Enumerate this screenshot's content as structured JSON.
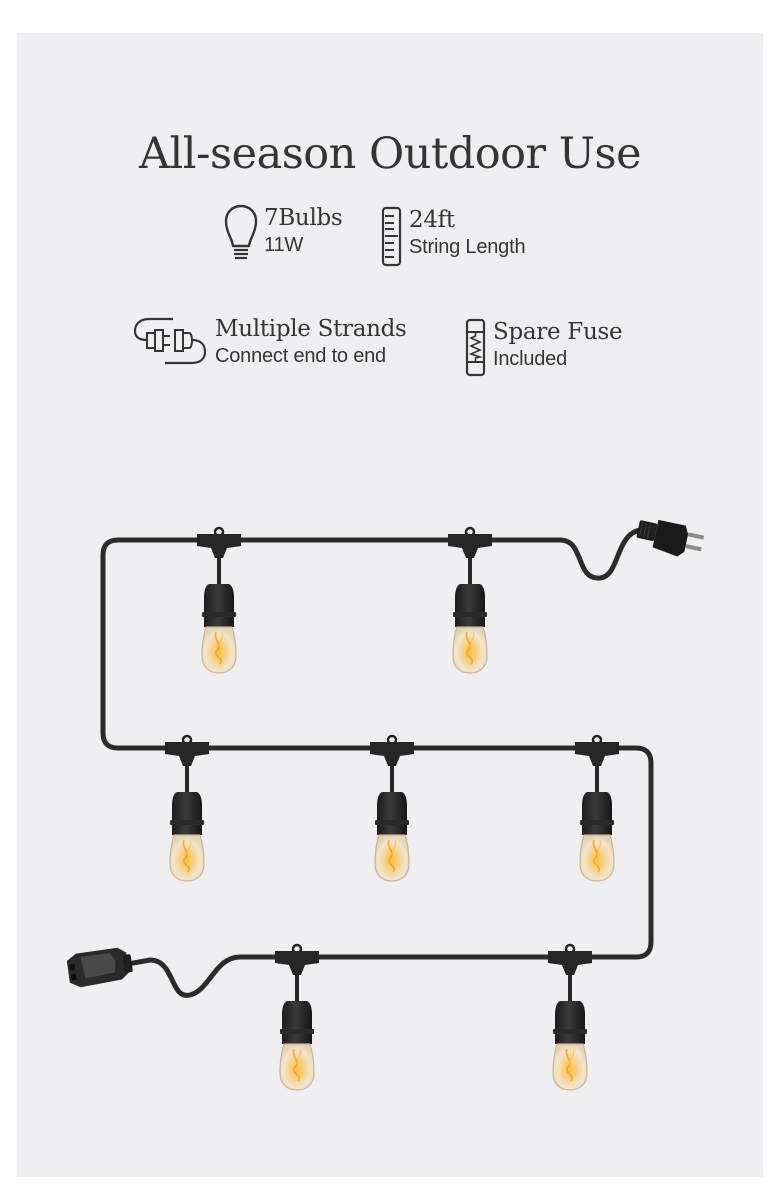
{
  "page": {
    "background": "#ffffff",
    "panel_background": "#efeff1",
    "text_color": "#353535"
  },
  "title": "All-season Outdoor Use",
  "features": [
    {
      "icon": "light-bulb-icon",
      "primary": "7Bulbs",
      "secondary": "11W"
    },
    {
      "icon": "ruler-icon",
      "primary": "24ft",
      "secondary": "String Length"
    },
    {
      "icon": "connecting-plugs-icon",
      "primary": "Multiple Strands",
      "secondary": "Connect end to end"
    },
    {
      "icon": "fuse-icon",
      "primary": "Spare Fuse",
      "secondary": "Included"
    }
  ],
  "illustration": {
    "description": "String lights with 7 hanging bulbs arranged in three rows",
    "cable_color": "#2b2b2b",
    "bulb_glow_color": "#f5b95a",
    "bulb_rows": [
      {
        "row": 1,
        "count": 2
      },
      {
        "row": 2,
        "count": 3
      },
      {
        "row": 3,
        "count": 2
      }
    ],
    "total_bulbs": 7,
    "ends": [
      "male-plug",
      "female-connector"
    ]
  }
}
